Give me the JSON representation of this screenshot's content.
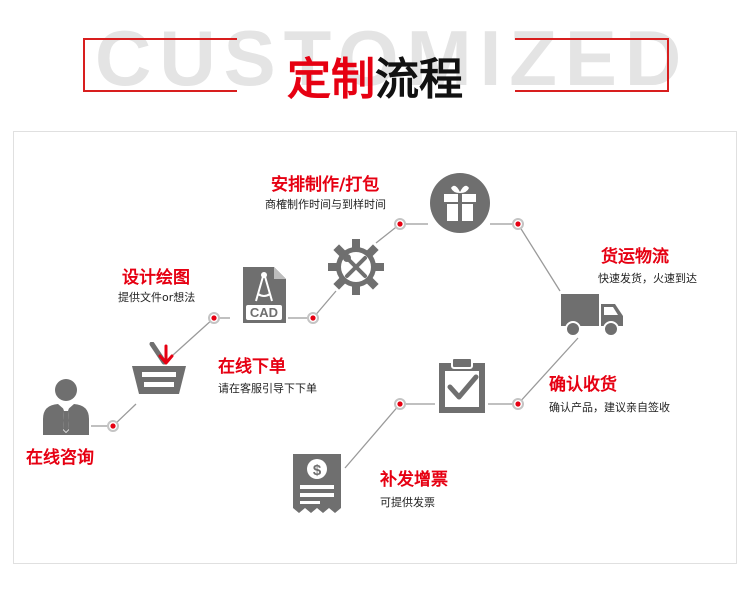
{
  "header": {
    "bg_text": "CUSTOMIZED",
    "title_red": "定制",
    "title_dark": "流程",
    "accent": "#e60012"
  },
  "steps": [
    {
      "title": "在线咨询",
      "sub": "",
      "icon": "person-icon"
    },
    {
      "title": "在线下单",
      "sub": "请在客服引导下下单",
      "icon": "basket-icon"
    },
    {
      "title": "设计绘图",
      "sub": "提供文件or想法",
      "icon": "cad-file-icon"
    },
    {
      "title": "安排制作/打包",
      "sub": "商榷制作时间与到样时间",
      "icon": "gift-icon"
    },
    {
      "title": "货运物流",
      "sub": "快速发货，火速到达",
      "icon": "truck-icon"
    },
    {
      "title": "确认收货",
      "sub": "确认产品，建议亲自签收",
      "icon": "clipboard-check-icon"
    },
    {
      "title": "补发增票",
      "sub": "可提供发票",
      "icon": "invoice-icon"
    }
  ],
  "icons": {
    "cad_label": "CAD",
    "dollar": "$"
  }
}
